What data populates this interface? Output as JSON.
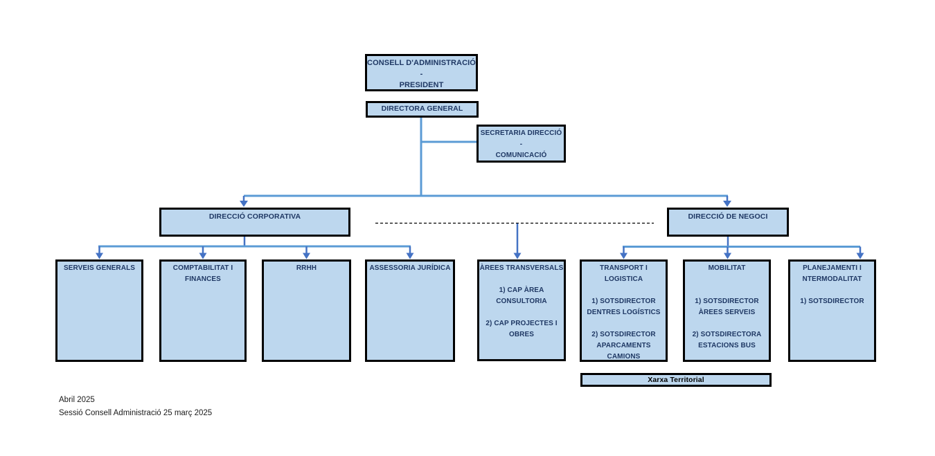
{
  "colors": {
    "box_fill": "#BDD7EE",
    "box_border": "#000000",
    "box_text": "#1F3864",
    "connector_line": "#5B9BD5",
    "connector_arrow": "#4472C4",
    "dashed_line": "#000000"
  },
  "boxes": {
    "consell": {
      "lines": [
        "CONSELL D'ADMINISTRACIÓ",
        "-",
        "PRESIDENT"
      ]
    },
    "directora": {
      "lines": [
        "DIRECTORA GENERAL"
      ]
    },
    "secretaria": {
      "lines": [
        "SECRETARIA DIRECCIÓ",
        "-",
        "COMUNICACIÓ"
      ]
    },
    "corporativa": {
      "lines": [
        "DIRECCIÓ CORPORATIVA"
      ]
    },
    "negoci": {
      "lines": [
        "DIRECCIÓ DE NEGOCI"
      ]
    },
    "serveis": {
      "lines": [
        "SERVEIS GENERALS"
      ]
    },
    "comptabilitat": {
      "lines": [
        "COMPTABILITAT I",
        "FINANCES"
      ]
    },
    "rrhh": {
      "lines": [
        "RRHH"
      ]
    },
    "assessoria": {
      "lines": [
        "ASSESSORIA JURÍDICA"
      ]
    },
    "transversals": {
      "lines": [
        "ÀREES TRANSVERSALS",
        "",
        "1) CAP ÀREA",
        "CONSULTORIA",
        "",
        "2) CAP PROJECTES I",
        "OBRES"
      ]
    },
    "transport": {
      "lines": [
        "TRANSPORT I",
        "LOGISTICA",
        "",
        "1) SOTSDIRECTOR",
        "DENTRES LOGÍSTICS",
        "",
        "2) SOTSDIRECTOR",
        "APARCAMENTS",
        "CAMIONS"
      ]
    },
    "mobilitat": {
      "lines": [
        "MOBILITAT",
        "",
        "",
        "1) SOTSDIRECTOR",
        "ÀREES SERVEIS",
        "",
        "2) SOTSDIRECTORA",
        "ESTACIONS BUS"
      ]
    },
    "planejament": {
      "lines": [
        "PLANEJAMENTI I",
        "NTERMODALITAT",
        "",
        "1) SOTSDIRECTOR"
      ]
    },
    "xarxa": {
      "lines": [
        "Xarxa Territorial"
      ]
    }
  },
  "footer": {
    "line1": "Abril 2025",
    "line2": "Sessió Consell Administració 25 març 2025"
  }
}
